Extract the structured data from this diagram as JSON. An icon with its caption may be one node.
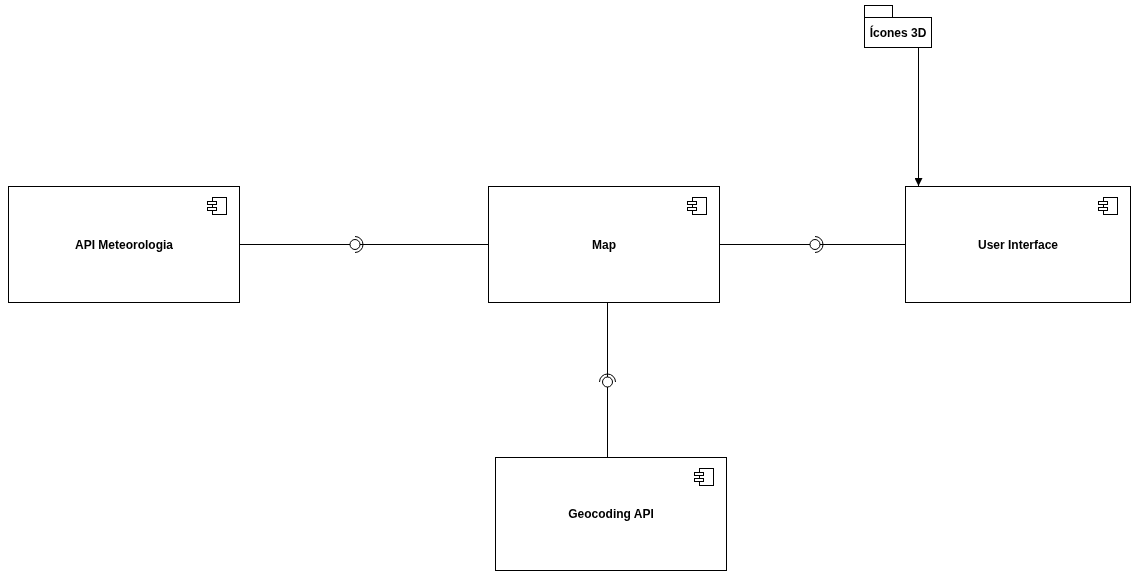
{
  "diagram": {
    "nodes": [
      {
        "text": [
          "API Meteorologia"
        ]
      },
      {
        "text": [
          "Map"
        ]
      },
      {
        "text": [
          "User Interface"
        ]
      },
      {
        "text": [
          "Ícones 3D"
        ]
      },
      {
        "text": [
          "Geocoding API"
        ]
      }
    ],
    "edges": [
      {
        "from": 0,
        "to": 1,
        "arrow": "none"
      },
      {
        "from": 1,
        "to": 2,
        "arrow": "none"
      },
      {
        "from": 3,
        "to": 2,
        "arrow": "to"
      },
      {
        "from": 4,
        "to": 1,
        "arrow": "none"
      }
    ]
  }
}
